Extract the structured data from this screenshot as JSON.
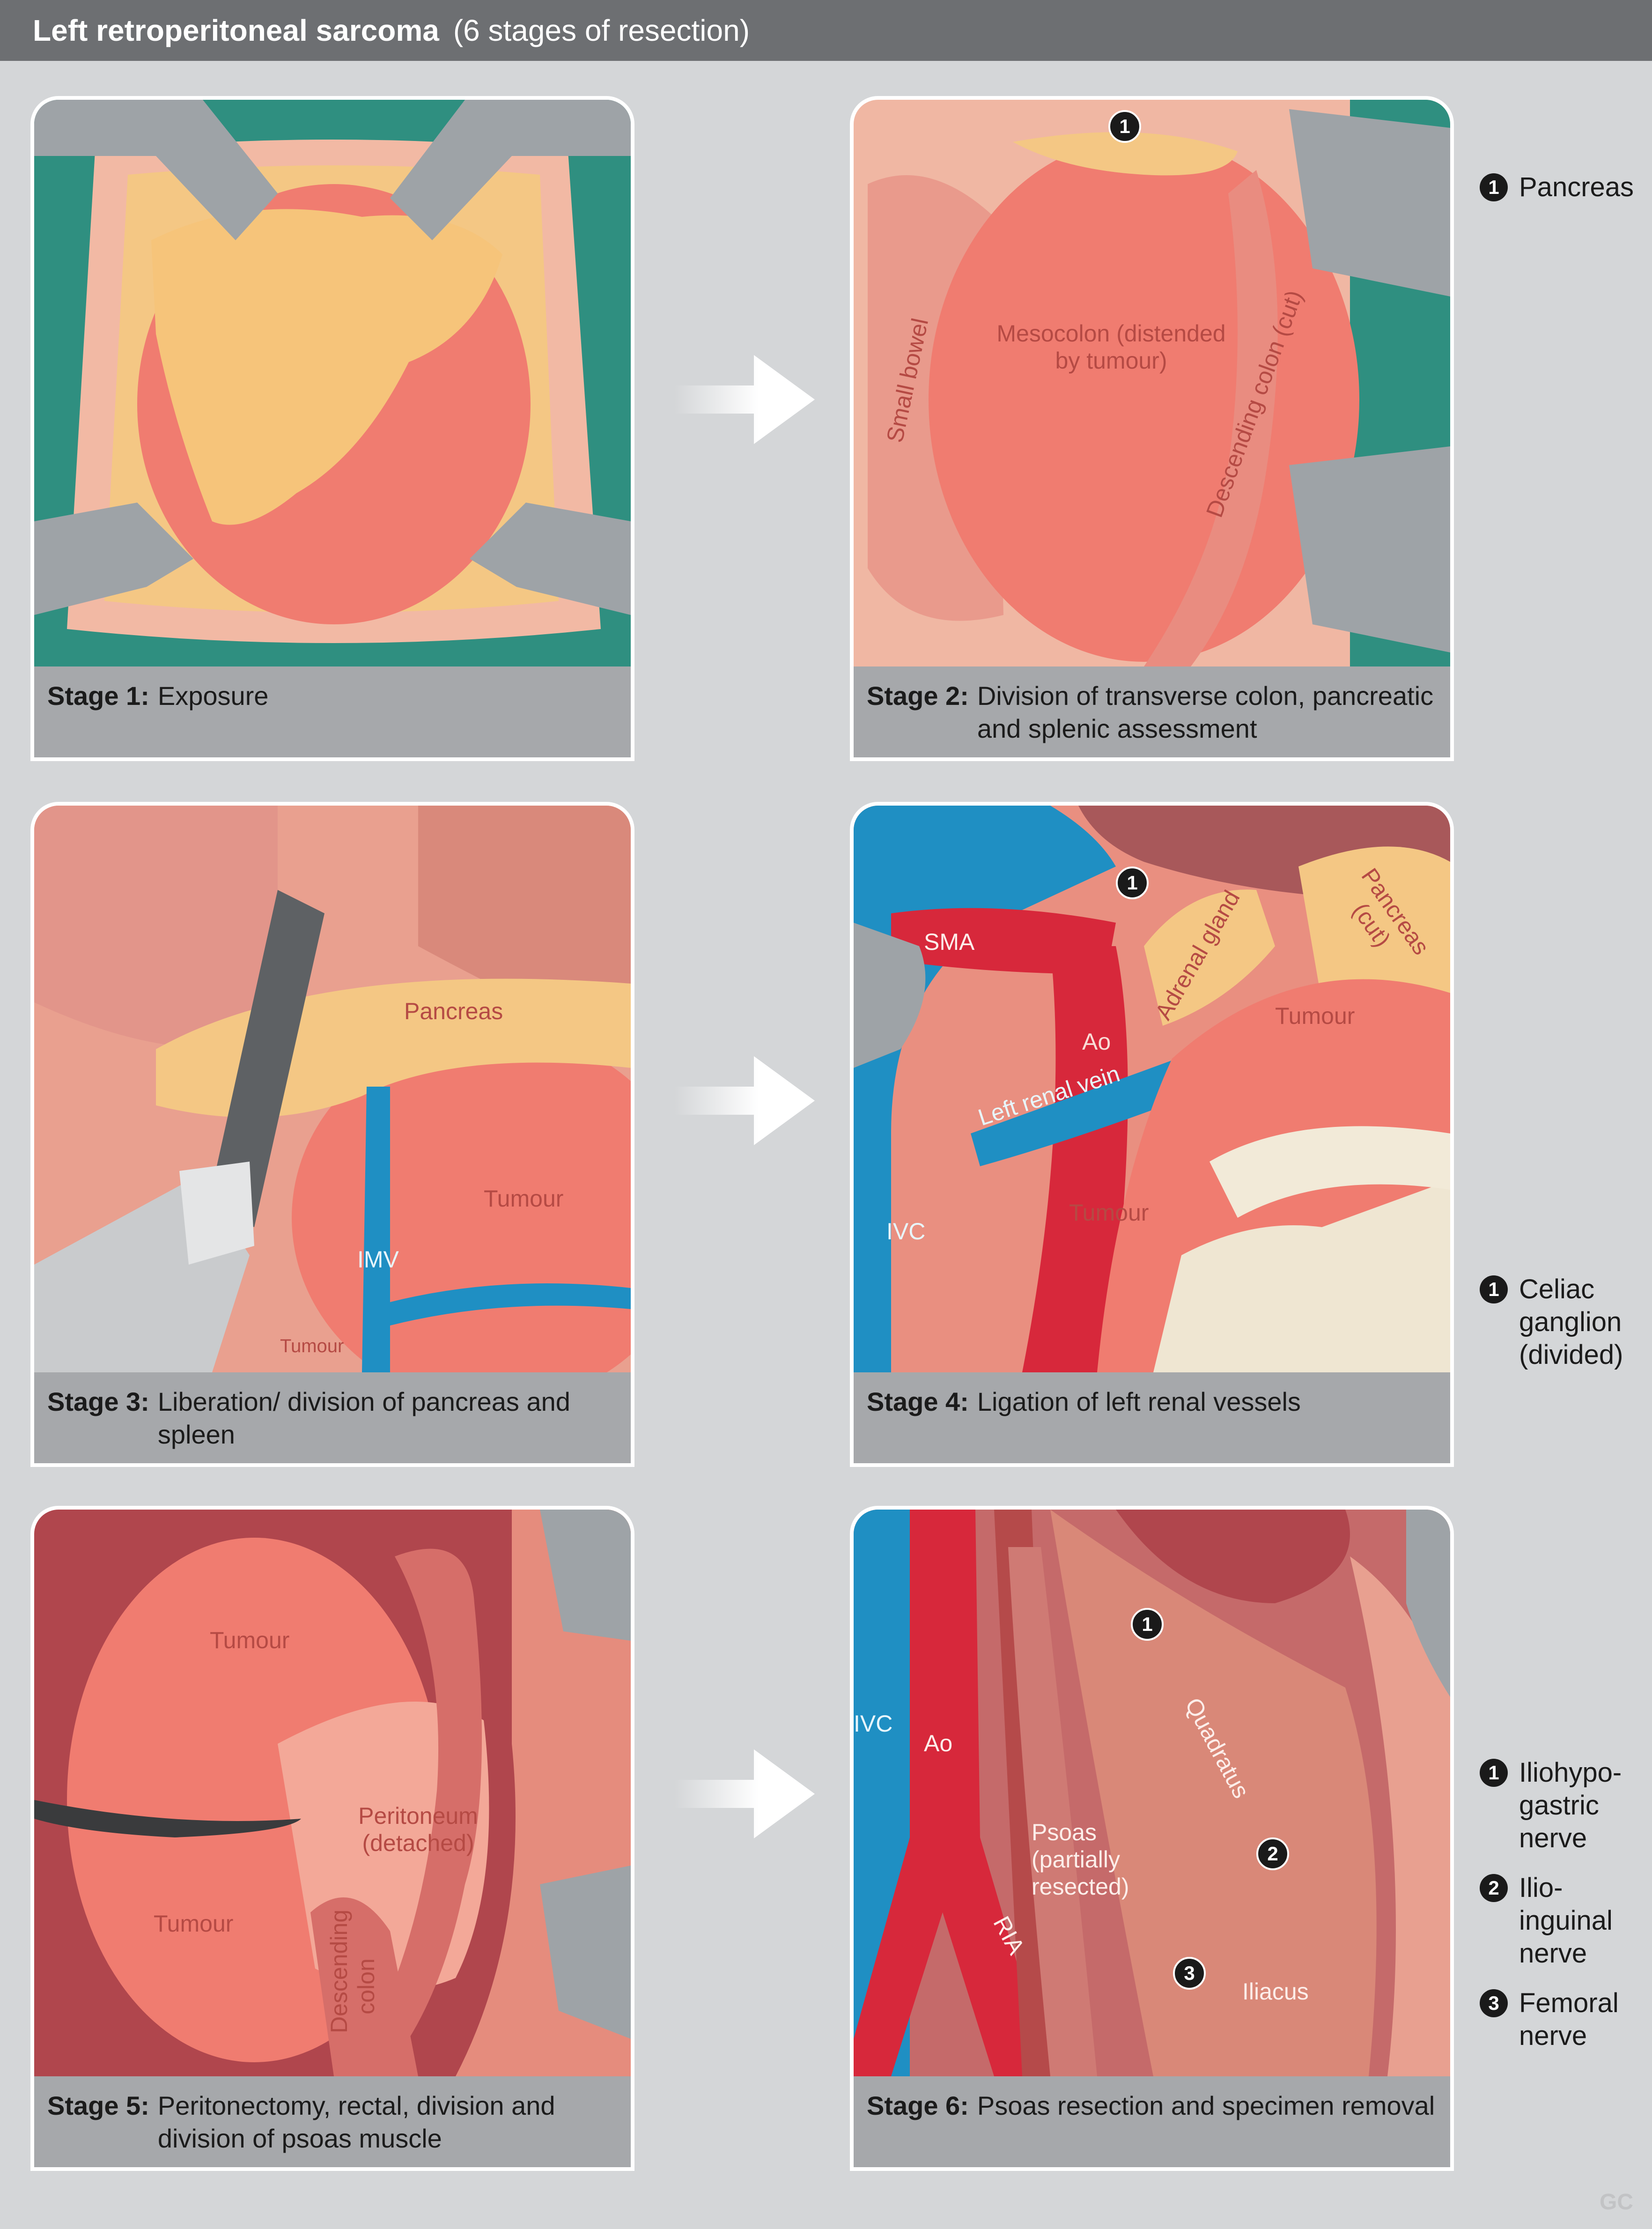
{
  "title": {
    "main": "Left retroperitoneal sarcoma",
    "sub": "(6 stages of resection)"
  },
  "stages": [
    {
      "stage": "Stage 1:",
      "desc": "Exposure"
    },
    {
      "stage": "Stage 2:",
      "desc": "Division of transverse colon, pancreatic and splenic assessment"
    },
    {
      "stage": "Stage 3:",
      "desc": "Liberation/ division of pancreas and spleen"
    },
    {
      "stage": "Stage 4:",
      "desc": "Ligation of left renal vessels"
    },
    {
      "stage": "Stage 5:",
      "desc": "Peritonectomy, rectal, division and division of psoas muscle"
    },
    {
      "stage": "Stage 6:",
      "desc": "Psoas resection and specimen removal"
    }
  ],
  "labels": {
    "p2": {
      "mesocolon": "Mesocolon (distended by tumour)",
      "small_bowel": "Small bowel",
      "desc_colon_cut": "Descending colon (cut)",
      "marker": "1"
    },
    "p3": {
      "pancreas": "Pancreas",
      "tumour": "Tumour",
      "imv": "IMV",
      "tumour_small": "Tumour"
    },
    "p4": {
      "sma": "SMA",
      "ao": "Ao",
      "adrenal": "Adrenal gland",
      "pancreas_cut": "Pancreas (cut)",
      "tumour1": "Tumour",
      "tumour2": "Tumour",
      "renal_vein": "Left renal vein",
      "ivc": "IVC",
      "marker": "1"
    },
    "p5": {
      "tumour1": "Tumour",
      "tumour2": "Tumour",
      "peritoneum": "Peritoneum (detached)",
      "desc_colon": "Descending colon"
    },
    "p6": {
      "ivc": "IVC",
      "ao": "Ao",
      "ria": "RIA",
      "psoas": "Psoas (partially resected)",
      "quadratus": "Quadratus",
      "iliacus": "Iliacus",
      "m1": "1",
      "m2": "2",
      "m3": "3"
    }
  },
  "legends": {
    "l1": [
      {
        "n": "1",
        "text": "Pancreas"
      }
    ],
    "l2": [
      {
        "n": "1",
        "text": "Celiac ganglion (divided)"
      }
    ],
    "l3": [
      {
        "n": "1",
        "text": "Iliohypo- gastric nerve"
      },
      {
        "n": "2",
        "text": "Ilio- inguinal nerve"
      },
      {
        "n": "3",
        "text": "Femoral nerve"
      }
    ]
  },
  "signature": "GC",
  "colors": {
    "title_bar": "#6d6f72",
    "background": "#d4d6d8",
    "caption": "#a6a8ab",
    "tissue_red": "#e86a5e",
    "fat_yellow": "#f3c06e",
    "vein_blue": "#1f8fc3",
    "artery_red": "#d7283b",
    "drape_green": "#2f8f80",
    "retractor_grey": "#9ea3a7"
  }
}
